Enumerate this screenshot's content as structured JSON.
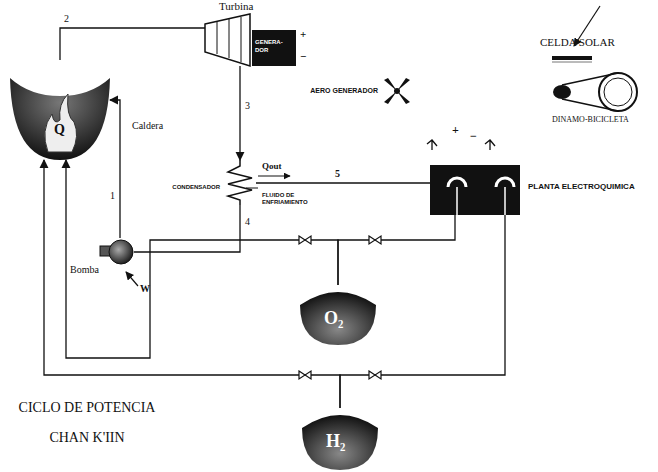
{
  "diagram": {
    "title": "CICLO DE POTENCIA CHAN K'IIN",
    "nodes": [
      {
        "text": [
          "Q"
        ]
      },
      {
        "text": [
          "Turbina"
        ]
      },
      {
        "text": [
          "GENERA- DOR"
        ]
      },
      {
        "text": [
          "CONDENSADOR"
        ]
      },
      {
        "text": [
          "Bomba"
        ]
      },
      {
        "text": [
          "PLANTA ELECTROQUIMICA"
        ]
      },
      {
        "text": [
          "O₂"
        ]
      },
      {
        "text": [
          "H₂"
        ]
      },
      {
        "text": [
          "CELDA SOLAR"
        ]
      },
      {
        "text": [
          "AERO GENERADOR"
        ]
      },
      {
        "text": [
          "DINAMO-BICICLETA"
        ]
      }
    ],
    "edges": [
      {
        "from": 0,
        "to": 1,
        "arrow": "none"
      },
      {
        "from": 1,
        "to": 3,
        "arrow": "to"
      },
      {
        "from": 3,
        "to": 4,
        "arrow": "none"
      },
      {
        "from": 4,
        "to": 0,
        "arrow": "to"
      },
      {
        "from": 3,
        "to": 5,
        "arrow": "none"
      },
      {
        "from": 5,
        "to": 6,
        "arrow": "none"
      },
      {
        "from": 6,
        "to": 0,
        "arrow": "to"
      },
      {
        "from": 5,
        "to": 7,
        "arrow": "none"
      },
      {
        "from": 7,
        "to": 0,
        "arrow": "to"
      }
    ],
    "labels": [
      "1",
      "2",
      "3",
      "4",
      "5",
      "Caldera",
      "Qout",
      "FLUIDO DE ENFRIAMIENTO",
      "W",
      "+",
      "−",
      "+",
      "−"
    ]
  }
}
